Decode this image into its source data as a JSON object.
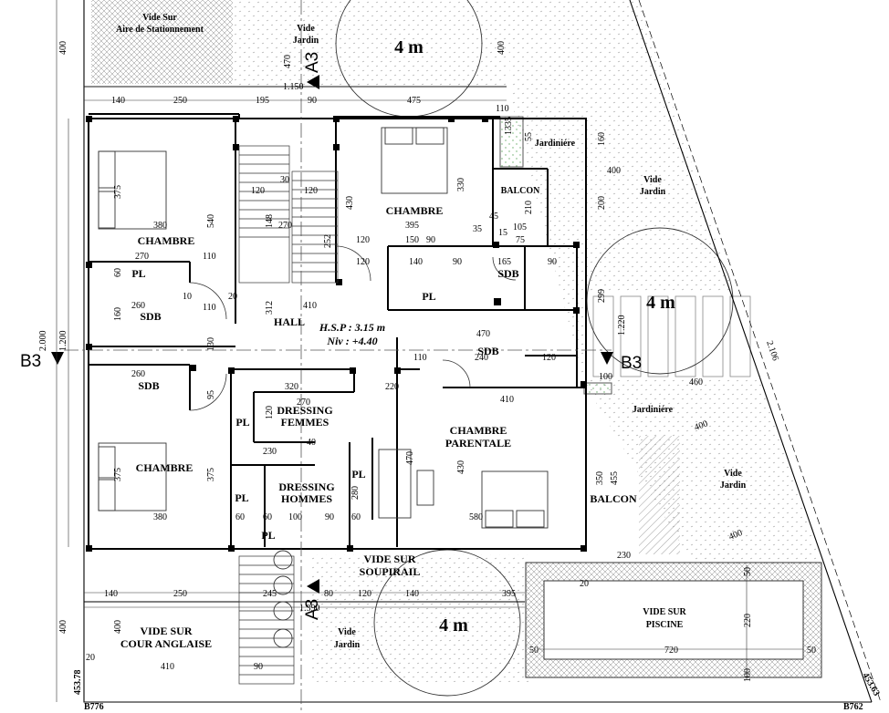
{
  "rooms": {
    "vide_sur_parking": [
      "Vide Sur",
      "Aire de Stationnement"
    ],
    "vide_jardin_top": [
      "Vide",
      "Jardin"
    ],
    "circle_top_label": "4 m",
    "chambre_nw": "CHAMBRE",
    "chambre_n": "CHAMBRE",
    "jardiniere_top": "Jardiniére",
    "balcon_top": "BALCON",
    "vide_jardin_ne": [
      "Vide",
      "Jardin"
    ],
    "pl_nw": "PL",
    "sdb_w1": "SDB",
    "hall": "HALL",
    "hsp": "H.S.P : 3.15 m",
    "niv": "Niv : +4.40",
    "pl_center": "PL",
    "sdb_center": "SDB",
    "circle_right_label": "4 m",
    "sdb_mid": "SDB",
    "sdb_w2": "SDB",
    "jardiniere_right": "Jardiniére",
    "dressing_femmes": [
      "DRESSING",
      "FEMMES"
    ],
    "pl_left": "PL",
    "chambre_parentale": [
      "CHAMBRE",
      "PARENTALE"
    ],
    "chambre_sw": "CHAMBRE",
    "dressing_hommes": [
      "DRESSING",
      "HOMMES"
    ],
    "pl_dress": "PL",
    "pl_bottom1": "PL",
    "pl_bottom2": "PL",
    "balcon_right": "BALCON",
    "vide_jardin_e": [
      "Vide",
      "Jardin"
    ],
    "vide_soupirail": [
      "VIDE SUR",
      "SOUPIRAIL"
    ],
    "vide_piscine": [
      "VIDE SUR",
      "PISCINE"
    ],
    "vide_cour": [
      "VIDE SUR",
      "COUR ANGLAISE"
    ],
    "vide_jardin_bottom": [
      "Vide",
      "Jardin"
    ],
    "circle_bottom_label": "4 m"
  },
  "sections": {
    "a3_top": "A3",
    "a3_bottom": "A3",
    "b3_left": "B3",
    "b3_right": "B3"
  },
  "markers": {
    "b776": "B776",
    "b762": "B762",
    "lvl_left": "453.78",
    "lvl_right": "453.63"
  },
  "dimensions": {
    "top_row": [
      "140",
      "250",
      "195",
      "90",
      "475"
    ],
    "top_total": "1.150",
    "top_110": "110",
    "top_400_left": "400",
    "top_470": "470",
    "top_400_mid": "400",
    "bottom_row": [
      "140",
      "250",
      "245",
      "80",
      "120",
      "140",
      "395"
    ],
    "bottom_total": "1.390",
    "left_2000": "2.000",
    "left_1200": "1.200",
    "left_400_bottom": "400",
    "left_400_bottom2": "400",
    "left_400_top": "400",
    "diag_2106": "2.106",
    "d_375_a": "375",
    "d_380_a": "380",
    "d_540": "540",
    "d_270_a": "270",
    "d_110_a": "110",
    "d_60_a": "60",
    "d_10_a": "10",
    "d_260_a": "260",
    "d_160_a": "160",
    "d_110_b": "110",
    "d_20_a": "20",
    "d_312": "312",
    "d_410_a": "410",
    "d_120_a": "120",
    "d_30": "30",
    "d_120_b": "120",
    "d_148": "148",
    "d_270_b": "270",
    "d_252": "252",
    "d_430": "430",
    "d_330": "330",
    "d_395": "395",
    "d_120_c": "120",
    "d_150": "150",
    "d_90_a": "90",
    "d_35": "35",
    "d_105": "105",
    "d_15": "15",
    "d_75": "75",
    "d_45": "45",
    "d_210": "210",
    "d_200": "200",
    "d_160_b": "160",
    "d_400_ne": "400",
    "d_1335": "1335",
    "d_55": "55",
    "d_120_d": "120",
    "d_140_a": "140",
    "d_90_b": "90",
    "d_165": "165",
    "d_90_c": "90",
    "d_299": "299",
    "d_1220": "1.220",
    "d_470": "470",
    "d_240": "240",
    "d_120_e": "120",
    "d_110_c": "110",
    "d_100": "100",
    "d_460": "460",
    "d_260_b": "260",
    "d_130": "130",
    "d_95": "95",
    "d_320": "320",
    "d_270_c": "270",
    "d_220_a": "220",
    "d_410_b": "410",
    "d_120_f": "120",
    "d_230": "230",
    "d_40": "40",
    "d_470_b": "470",
    "d_430_b": "430",
    "d_375_b": "375",
    "d_375_c": "375",
    "d_380_b": "380",
    "d_280": "280",
    "d_60_row": [
      "60",
      "60",
      "100",
      "90",
      "60",
      "580"
    ],
    "d_350": "350",
    "d_455": "455",
    "d_230_b": "230",
    "d_400_e": "400",
    "d_400_e2": "400",
    "d_20_b": "20",
    "d_50_l": "50",
    "d_720": "720",
    "d_50_r": "50",
    "d_220_b": "220",
    "d_50_t": "50",
    "d_100_b": "100",
    "d_410_c": "410",
    "d_90_d": "90",
    "d_20_c": "20"
  }
}
